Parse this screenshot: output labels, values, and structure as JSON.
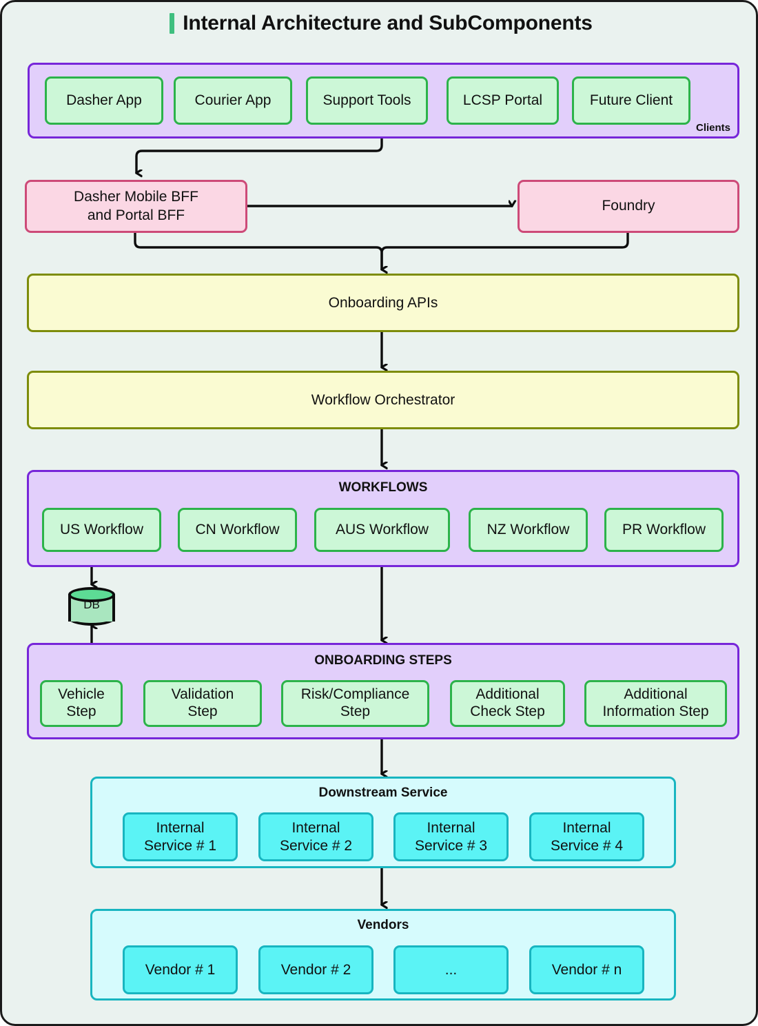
{
  "page": {
    "title": "Internal Architecture and SubComponents",
    "accent_color": "#3fbf7f",
    "background": "#eaf2ef",
    "frame_border": "#1a1a1a"
  },
  "clients": {
    "label": "Clients",
    "container_fill": "#e2cffb",
    "container_border": "#7726d9",
    "items": [
      {
        "label": "Dasher App"
      },
      {
        "label": "Courier App"
      },
      {
        "label": "Support Tools"
      },
      {
        "label": "LCSP Portal"
      },
      {
        "label": "Future Client"
      }
    ]
  },
  "bff": {
    "label": "Dasher Mobile BFF and Portal BFF",
    "line1": "Dasher Mobile BFF",
    "line2": "and Portal BFF",
    "fill": "#fbd7e4",
    "border": "#cd4a78"
  },
  "foundry": {
    "label": "Foundry",
    "fill": "#fbd7e4",
    "border": "#cd4a78"
  },
  "onboarding_apis": {
    "label": "Onboarding APIs",
    "fill": "#fafbd2",
    "border": "#7d8c0a"
  },
  "workflow_orchestrator": {
    "label": "Workflow Orchestrator",
    "fill": "#fafbd2",
    "border": "#7d8c0a"
  },
  "workflows": {
    "title": "WORKFLOWS",
    "items": [
      {
        "label": "US Workflow"
      },
      {
        "label": "CN Workflow"
      },
      {
        "label": "AUS Workflow"
      },
      {
        "label": "NZ Workflow"
      },
      {
        "label": "PR Workflow"
      }
    ]
  },
  "database": {
    "label": "DB",
    "body_fill": "#a9e6bf",
    "top_fill": "#5ddb95"
  },
  "onboarding_steps": {
    "title": "ONBOARDING STEPS",
    "items": [
      {
        "line1": "Vehicle",
        "line2": "Step"
      },
      {
        "line1": "Validation",
        "line2": "Step"
      },
      {
        "line1": "Risk/Compliance",
        "line2": "Step"
      },
      {
        "line1": "Additional",
        "line2": "Check Step"
      },
      {
        "line1": "Additional",
        "line2": "Information Step"
      }
    ]
  },
  "downstream_service": {
    "title": "Downstream Service",
    "container_fill": "#d6fbfd",
    "container_border": "#18b5c0",
    "items": [
      {
        "line1": "Internal",
        "line2": "Service # 1"
      },
      {
        "line1": "Internal",
        "line2": "Service # 2"
      },
      {
        "line1": "Internal",
        "line2": "Service # 3"
      },
      {
        "line1": "Internal",
        "line2": "Service # 4"
      }
    ]
  },
  "vendors": {
    "title": "Vendors",
    "items": [
      {
        "label": "Vendor # 1"
      },
      {
        "label": "Vendor # 2"
      },
      {
        "label": "..."
      },
      {
        "label": "Vendor # n"
      }
    ]
  }
}
